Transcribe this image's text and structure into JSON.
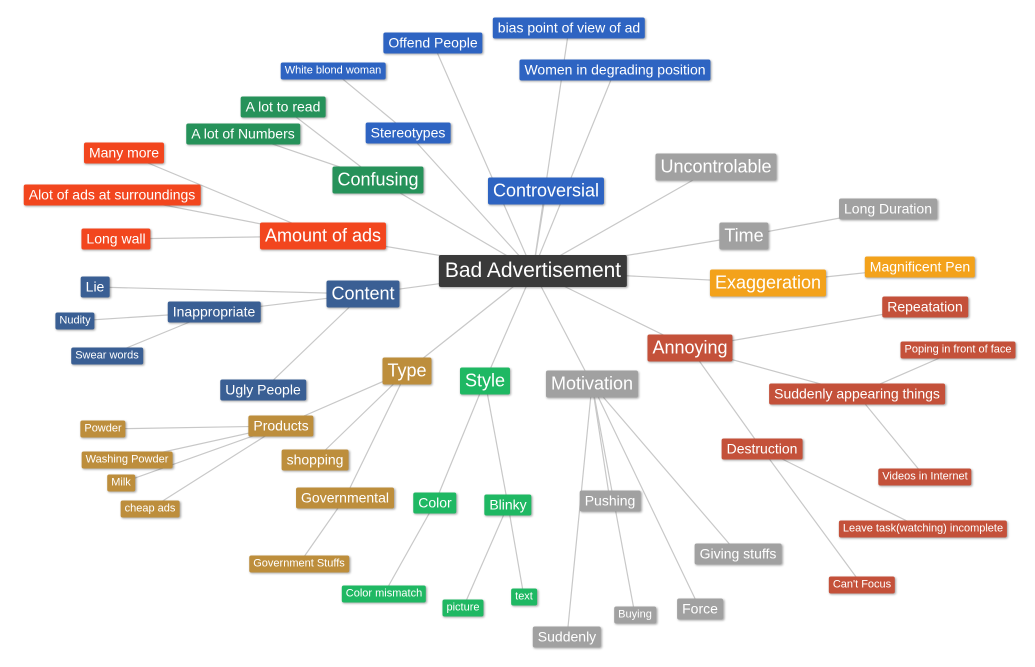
{
  "colors": {
    "center": "#3a3a3a",
    "blue": "#2e64c2",
    "navy": "#3a5f94",
    "green": "#26925a",
    "bright_green": "#1fb863",
    "red_orange": "#f2461e",
    "brick": "#c4513a",
    "orange": "#f3a21b",
    "tan": "#bd8e3c",
    "gray": "#a1a1a1"
  },
  "nodes": [
    {
      "id": "center",
      "label": "Bad Advertisement",
      "color": "center",
      "size": 0
    },
    {
      "id": "controversial",
      "label": "Controversial",
      "color": "blue",
      "size": 1
    },
    {
      "id": "offend",
      "label": "Offend People",
      "color": "blue",
      "size": 3
    },
    {
      "id": "bias",
      "label": "bias point of view of ad",
      "color": "blue",
      "size": 3
    },
    {
      "id": "women",
      "label": "Women in degrading position",
      "color": "blue",
      "size": 3
    },
    {
      "id": "stereotypes",
      "label": "Stereotypes",
      "color": "blue",
      "size": 3
    },
    {
      "id": "white_blond",
      "label": "White blond woman",
      "color": "blue",
      "size": 4
    },
    {
      "id": "confusing",
      "label": "Confusing",
      "color": "green",
      "size": 1
    },
    {
      "id": "lot_read",
      "label": "A lot to read",
      "color": "green",
      "size": 3
    },
    {
      "id": "lot_numbers",
      "label": "A lot of Numbers",
      "color": "green",
      "size": 3
    },
    {
      "id": "amount",
      "label": "Amount of ads",
      "color": "red_orange",
      "size": 1
    },
    {
      "id": "many_more",
      "label": "Many more",
      "color": "red_orange",
      "size": 3
    },
    {
      "id": "alot_ads",
      "label": "Alot of ads at surroundings",
      "color": "red_orange",
      "size": 3
    },
    {
      "id": "long_wall",
      "label": "Long wall",
      "color": "red_orange",
      "size": 3
    },
    {
      "id": "content",
      "label": "Content",
      "color": "navy",
      "size": 1
    },
    {
      "id": "lie",
      "label": "Lie",
      "color": "navy",
      "size": 3
    },
    {
      "id": "inappropriate",
      "label": "Inappropriate",
      "color": "navy",
      "size": 3
    },
    {
      "id": "nudity",
      "label": "Nudity",
      "color": "navy",
      "size": 4
    },
    {
      "id": "swear",
      "label": "Swear words",
      "color": "navy",
      "size": 4
    },
    {
      "id": "ugly",
      "label": "Ugly People",
      "color": "navy",
      "size": 3
    },
    {
      "id": "uncontrolable",
      "label": "Uncontrolable",
      "color": "gray",
      "size": 1
    },
    {
      "id": "time",
      "label": "Time",
      "color": "gray",
      "size": 1
    },
    {
      "id": "long_duration",
      "label": "Long Duration",
      "color": "gray",
      "size": 3
    },
    {
      "id": "exaggeration",
      "label": "Exaggeration",
      "color": "orange",
      "size": 1
    },
    {
      "id": "magnificent",
      "label": "Magnificent Pen",
      "color": "orange",
      "size": 3
    },
    {
      "id": "annoying",
      "label": "Annoying",
      "color": "brick",
      "size": 1
    },
    {
      "id": "repeatation",
      "label": "Repeatation",
      "color": "brick",
      "size": 3
    },
    {
      "id": "poping",
      "label": "Poping in front of face",
      "color": "brick",
      "size": 4
    },
    {
      "id": "suddenly_app",
      "label": "Suddenly appearing things",
      "color": "brick",
      "size": 3
    },
    {
      "id": "videos",
      "label": "Videos in Internet",
      "color": "brick",
      "size": 4
    },
    {
      "id": "destruction",
      "label": "Destruction",
      "color": "brick",
      "size": 3
    },
    {
      "id": "leave_task",
      "label": "Leave task(watching) incomplete",
      "color": "brick",
      "size": 4
    },
    {
      "id": "cant_focus",
      "label": "Can't Focus",
      "color": "brick",
      "size": 4
    },
    {
      "id": "type",
      "label": "Type",
      "color": "tan",
      "size": 1
    },
    {
      "id": "products",
      "label": "Products",
      "color": "tan",
      "size": 3
    },
    {
      "id": "powder",
      "label": "Powder",
      "color": "tan",
      "size": 4
    },
    {
      "id": "washing",
      "label": "Washing Powder",
      "color": "tan",
      "size": 4
    },
    {
      "id": "milk",
      "label": "Milk",
      "color": "tan",
      "size": 4
    },
    {
      "id": "cheap",
      "label": "cheap ads",
      "color": "tan",
      "size": 4
    },
    {
      "id": "shopping",
      "label": "shopping",
      "color": "tan",
      "size": 3
    },
    {
      "id": "governmental",
      "label": "Governmental",
      "color": "tan",
      "size": 3
    },
    {
      "id": "gov_stuffs",
      "label": "Government Stuffs",
      "color": "tan",
      "size": 4
    },
    {
      "id": "style",
      "label": "Style",
      "color": "bright_green",
      "size": 1
    },
    {
      "id": "color",
      "label": "Color",
      "color": "bright_green",
      "size": 3
    },
    {
      "id": "color_mismatch",
      "label": "Color mismatch",
      "color": "bright_green",
      "size": 4
    },
    {
      "id": "blinky",
      "label": "Blinky",
      "color": "bright_green",
      "size": 3
    },
    {
      "id": "picture",
      "label": "picture",
      "color": "bright_green",
      "size": 4
    },
    {
      "id": "text",
      "label": "text",
      "color": "bright_green",
      "size": 4
    },
    {
      "id": "motivation",
      "label": "Motivation",
      "color": "gray",
      "size": 1
    },
    {
      "id": "pushing",
      "label": "Pushing",
      "color": "gray",
      "size": 3
    },
    {
      "id": "suddenly",
      "label": "Suddenly",
      "color": "gray",
      "size": 3
    },
    {
      "id": "buying",
      "label": "Buying",
      "color": "gray",
      "size": 4
    },
    {
      "id": "force",
      "label": "Force",
      "color": "gray",
      "size": 3
    },
    {
      "id": "giving",
      "label": "Giving stuffs",
      "color": "gray",
      "size": 3
    }
  ],
  "links": [
    [
      "center",
      "controversial"
    ],
    [
      "center",
      "offend"
    ],
    [
      "center",
      "bias"
    ],
    [
      "center",
      "women"
    ],
    [
      "center",
      "stereotypes"
    ],
    [
      "stereotypes",
      "white_blond"
    ],
    [
      "center",
      "confusing"
    ],
    [
      "confusing",
      "lot_read"
    ],
    [
      "confusing",
      "lot_numbers"
    ],
    [
      "center",
      "amount"
    ],
    [
      "amount",
      "many_more"
    ],
    [
      "amount",
      "alot_ads"
    ],
    [
      "amount",
      "long_wall"
    ],
    [
      "center",
      "content"
    ],
    [
      "content",
      "lie"
    ],
    [
      "content",
      "inappropriate"
    ],
    [
      "content",
      "ugly"
    ],
    [
      "inappropriate",
      "nudity"
    ],
    [
      "inappropriate",
      "swear"
    ],
    [
      "center",
      "uncontrolable"
    ],
    [
      "center",
      "time"
    ],
    [
      "time",
      "long_duration"
    ],
    [
      "center",
      "exaggeration"
    ],
    [
      "exaggeration",
      "magnificent"
    ],
    [
      "center",
      "annoying"
    ],
    [
      "annoying",
      "repeatation"
    ],
    [
      "annoying",
      "suddenly_app"
    ],
    [
      "annoying",
      "destruction"
    ],
    [
      "suddenly_app",
      "poping"
    ],
    [
      "suddenly_app",
      "videos"
    ],
    [
      "destruction",
      "leave_task"
    ],
    [
      "destruction",
      "cant_focus"
    ],
    [
      "center",
      "type"
    ],
    [
      "type",
      "products"
    ],
    [
      "type",
      "shopping"
    ],
    [
      "type",
      "governmental"
    ],
    [
      "products",
      "powder"
    ],
    [
      "products",
      "washing"
    ],
    [
      "products",
      "milk"
    ],
    [
      "products",
      "cheap"
    ],
    [
      "governmental",
      "gov_stuffs"
    ],
    [
      "center",
      "style"
    ],
    [
      "style",
      "color"
    ],
    [
      "style",
      "blinky"
    ],
    [
      "color",
      "color_mismatch"
    ],
    [
      "blinky",
      "picture"
    ],
    [
      "blinky",
      "text"
    ],
    [
      "center",
      "motivation"
    ],
    [
      "motivation",
      "pushing"
    ],
    [
      "motivation",
      "suddenly"
    ],
    [
      "motivation",
      "buying"
    ],
    [
      "motivation",
      "force"
    ],
    [
      "motivation",
      "giving"
    ]
  ]
}
